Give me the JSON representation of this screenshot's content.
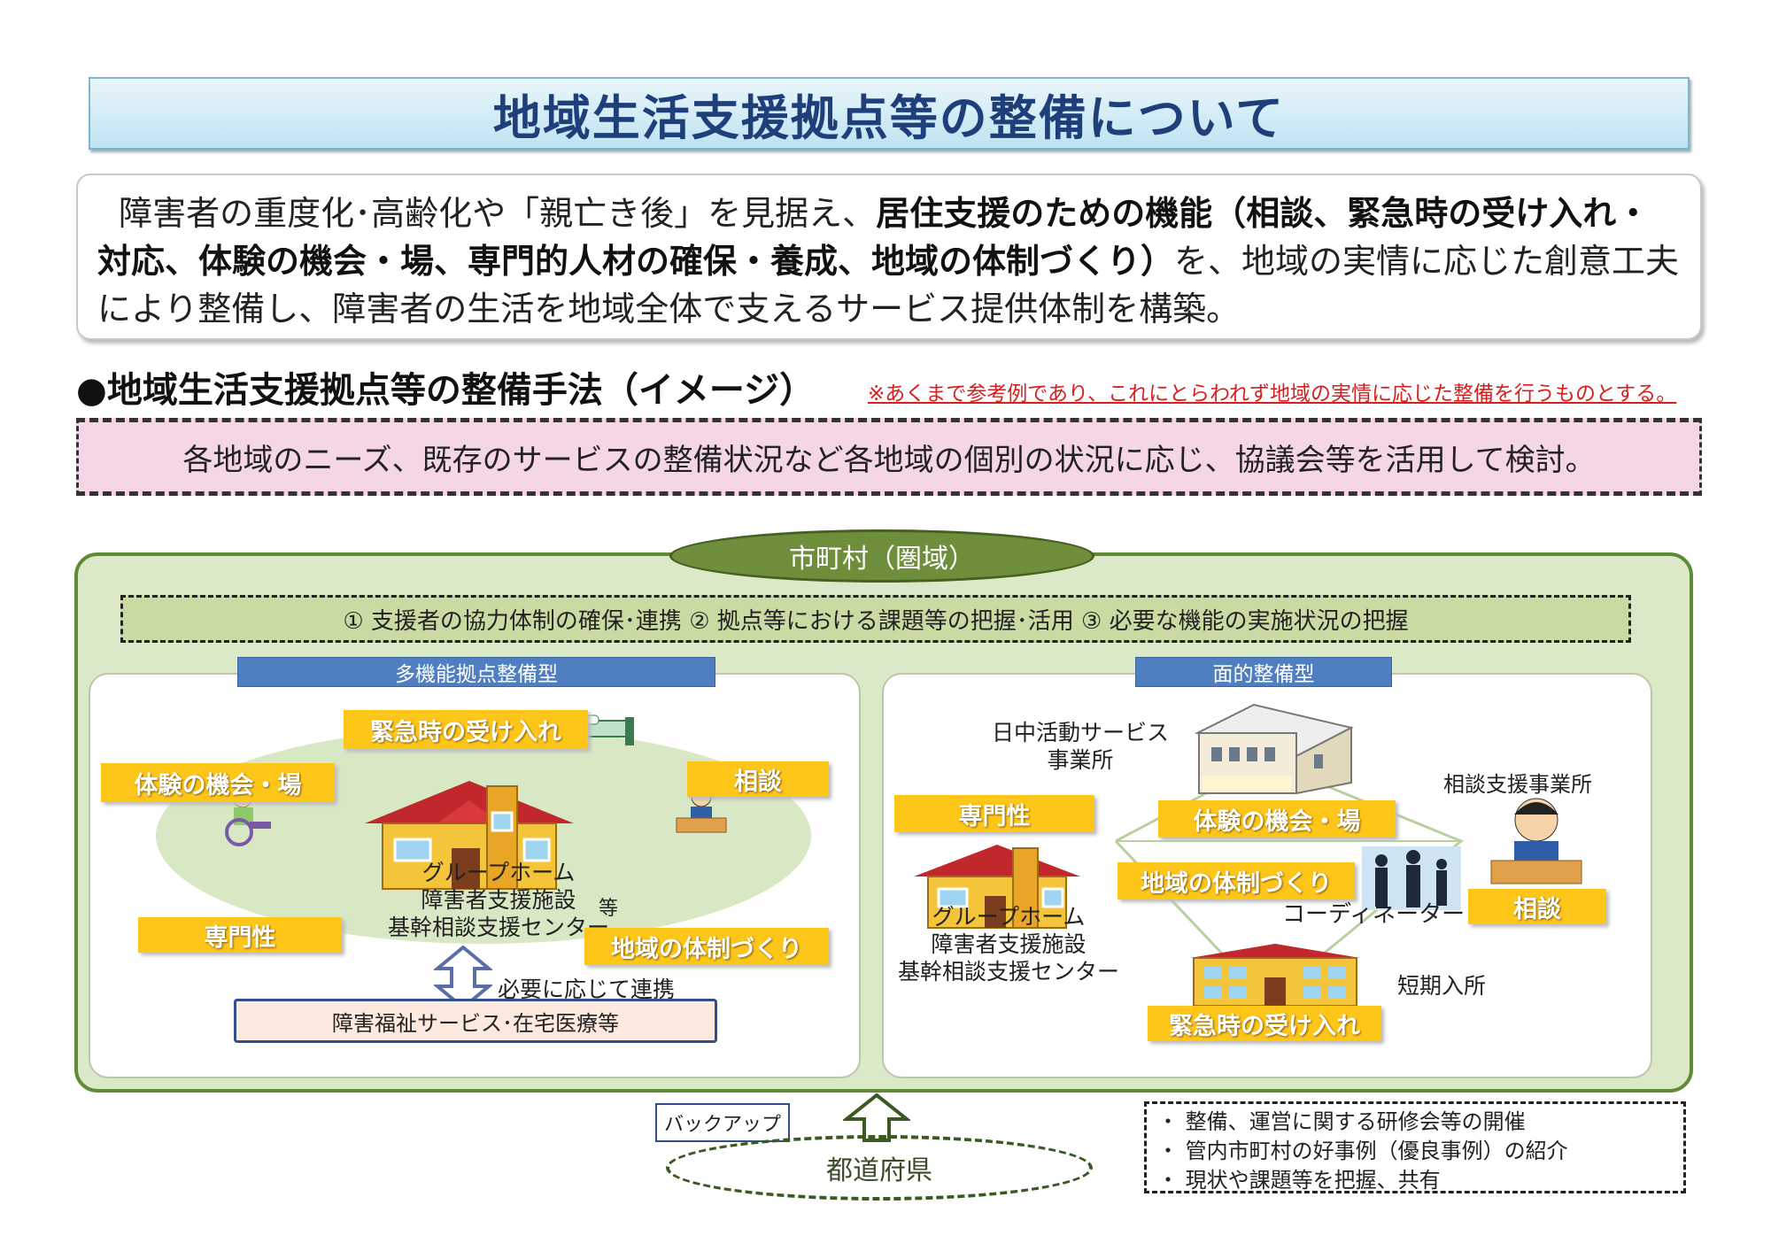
{
  "title": "地域生活支援拠点等の整備について",
  "summary": {
    "line1_plain": "障害者の重度化･高齢化や「親亡き後」を見据え、",
    "bold": "居住支援のための機能（相談、緊急時の受け入れ・対応、体験の機会・場、専門的人材の確保・養成、地域の体制づくり）",
    "rest": "を、地域の実情に応じた創意工夫により整備し、障害者の生活を地域全体で支えるサービス提供体制を構築。"
  },
  "section": {
    "heading": "●地域生活支援拠点等の整備手法（イメージ）",
    "note": "※あくまで参考例であり、これにとらわれず地域の実情に応じた整備を行うものとする。",
    "band": "各地域のニーズ、既存のサービスの整備状況など各地域の個別の状況に応じ、協議会等を活用して検討。"
  },
  "municipality": {
    "label": "市町村（圏域）",
    "functions": "①  支援者の協力体制の確保･連携  ②  拠点等における課題等の把握･活用  ③  必要な機能の実施状況の把握"
  },
  "left": {
    "type": "多機能拠点整備型",
    "emergency": "緊急時の受け入れ",
    "experience": "体験の機会・場",
    "consult": "相談",
    "expertise": "専門性",
    "region": "地域の体制づくり",
    "facility1": "グループホーム",
    "facility2": "障害者支援施設",
    "facility3": "基幹相談支援センター",
    "etc": "等",
    "link": "必要に応じて連携",
    "services": "障害福祉サービス･在宅医療等"
  },
  "right": {
    "type": "面的整備型",
    "day_service1": "日中活動サービス",
    "day_service2": "事業所",
    "consult_office": "相談支援事業所",
    "expertise": "専門性",
    "experience": "体験の機会・場",
    "region": "地域の体制づくり",
    "coordinator": "コーディネーター",
    "consult": "相談",
    "facility1": "グループホーム",
    "facility2": "障害者支援施設",
    "facility3": "基幹相談支援センター",
    "short_stay": "短期入所",
    "emergency": "緊急時の受け入れ"
  },
  "prefecture": {
    "backup": "バックアップ",
    "label": "都道府県",
    "items": [
      "整備、運営に関する研修会等の開催",
      "管内市町村の好事例（優良事例）の紹介",
      "現状や課題等を把握、共有"
    ]
  },
  "colors": {
    "title_text": "#1f3f7a",
    "panel_green": "#dbe9c8",
    "oval_green": "#6e8e3b",
    "orange_label": "#ffc61a",
    "type_blue": "#4f7fc0",
    "pink_band": "#f5d6e6",
    "note_red": "#d62020"
  },
  "icons": [
    "house-icon",
    "bed-icon",
    "wheelchair-person-icon",
    "desk-person-icon",
    "office-building-icon",
    "people-silhouette-icon",
    "school-building-icon",
    "double-arrow-icon",
    "up-arrow-icon"
  ]
}
